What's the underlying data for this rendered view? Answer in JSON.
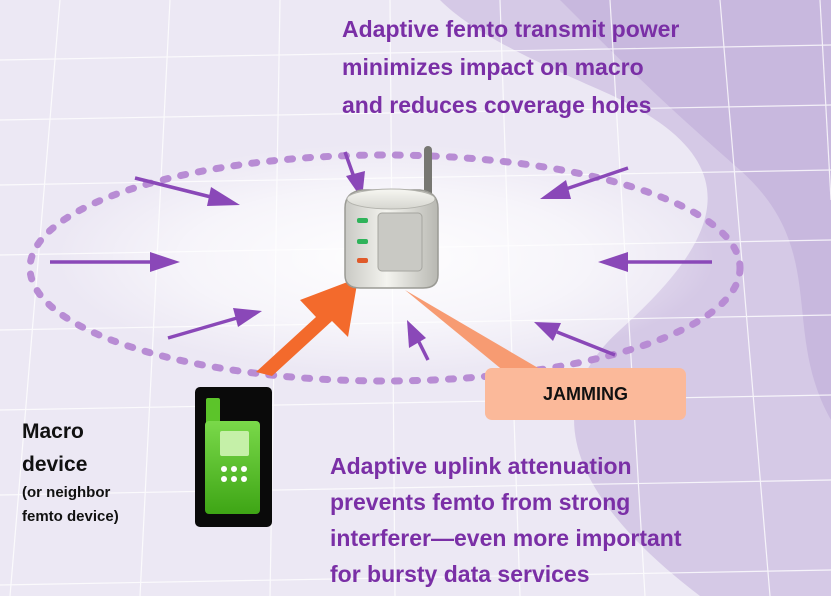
{
  "top_caption": {
    "line1": "Adaptive femto transmit power",
    "line2": "minimizes impact on macro",
    "line3": "and reduces coverage holes"
  },
  "jamming_label": "JAMMING",
  "device_label": {
    "title_line1": "Macro",
    "title_line2": "device",
    "sub_line1": "(or neighbor",
    "sub_line2": "femto device)"
  },
  "bottom_caption": {
    "line1": "Adaptive uplink attenuation",
    "line2": "prevents femto from strong",
    "line3": "interferer—even more important",
    "line4": "for bursty data services"
  },
  "colors": {
    "caption_text": "#7a2fa6",
    "arrows": "#8a48b8",
    "dotted_ring": "#b88cd4",
    "uplink_arrow": "#f36a2c",
    "jamming_callout": "#fbb99a",
    "phone_screen": "#5cc42a",
    "phone_body": "#0a0a0a",
    "background_wave": "#cdbfe2"
  },
  "icons": [
    "femto-access-point-icon",
    "mobile-phone-icon"
  ]
}
